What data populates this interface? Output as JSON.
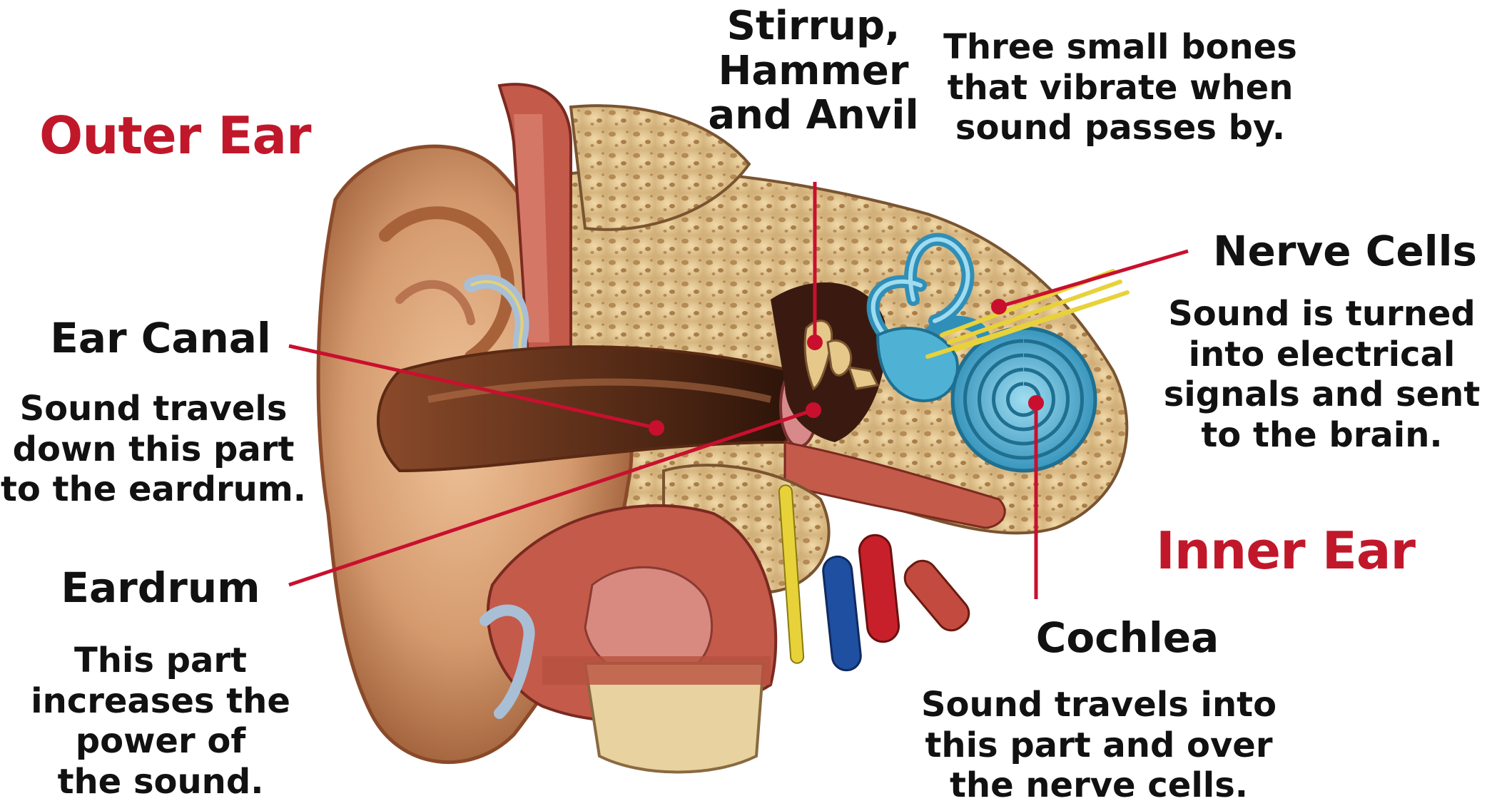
{
  "colors": {
    "section_title": "#c0182a",
    "pointer": "#c8102e",
    "skin": "#d49a6e",
    "skin_dark": "#a8623a",
    "bone": "#e2c48f",
    "bone_spot": "#b48a55",
    "cochlea": "#4fb2d4",
    "nerve": "#e8d23a",
    "muscle": "#c24a3e",
    "artery": "#c8202a",
    "vein": "#1f4fa0",
    "cartilage": "#a9bfd6"
  },
  "sections": {
    "outer_ear": "Outer Ear",
    "inner_ear": "Inner Ear"
  },
  "labels": {
    "ossicles": {
      "title": "Stirrup,\nHammer\nand Anvil",
      "description": "Three small bones\nthat vibrate when\nsound passes by."
    },
    "nerve_cells": {
      "title": "Nerve Cells",
      "description": "Sound is turned\ninto electrical\nsignals and sent\nto the brain."
    },
    "ear_canal": {
      "title": "Ear Canal",
      "description": "Sound travels\ndown this part\nto the eardrum."
    },
    "eardrum": {
      "title": "Eardrum",
      "description": "This part\nincreases the\npower of\nthe sound."
    },
    "cochlea": {
      "title": "Cochlea",
      "description": "Sound travels into\nthis part and over\nthe nerve cells."
    }
  },
  "illustration": {
    "subject": "ear-cross-section"
  }
}
